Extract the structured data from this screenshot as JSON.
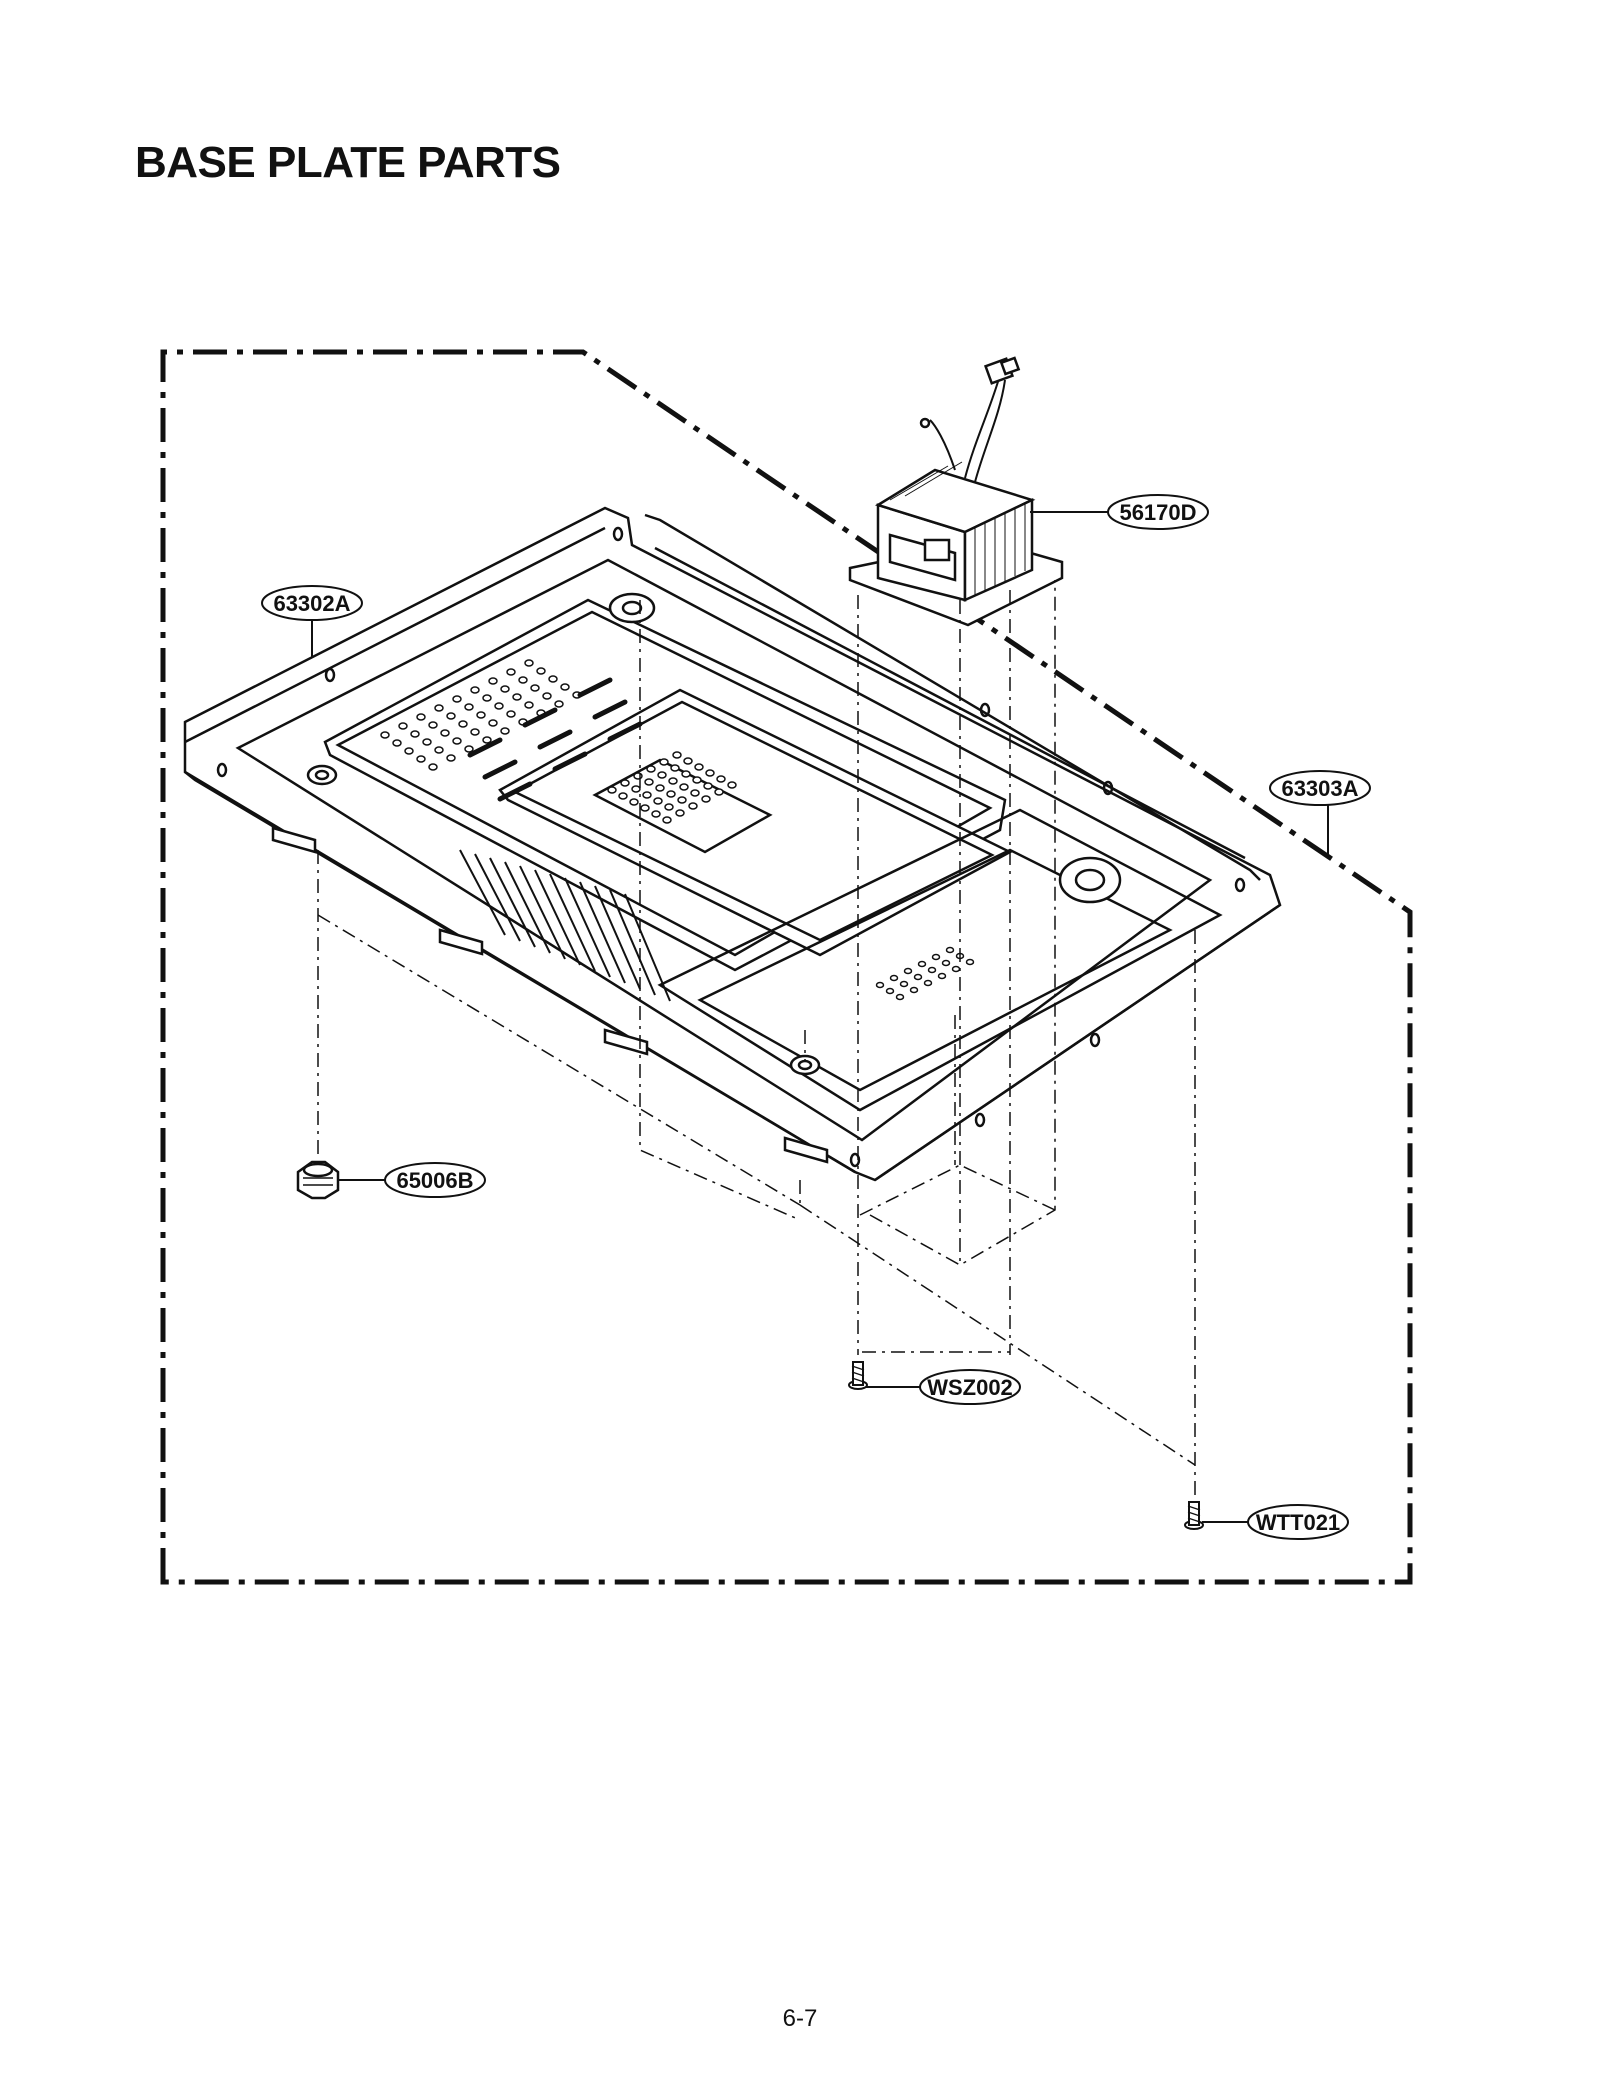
{
  "title": "BASE PLATE PARTS",
  "callouts": {
    "transformer": "56170D",
    "base_plate": "63302A",
    "reinforcement_plate": "63303A",
    "foot": "65006B",
    "screw_transformer": "WSZ002",
    "screw_plate": "WTT021"
  },
  "page_number": "6-7"
}
